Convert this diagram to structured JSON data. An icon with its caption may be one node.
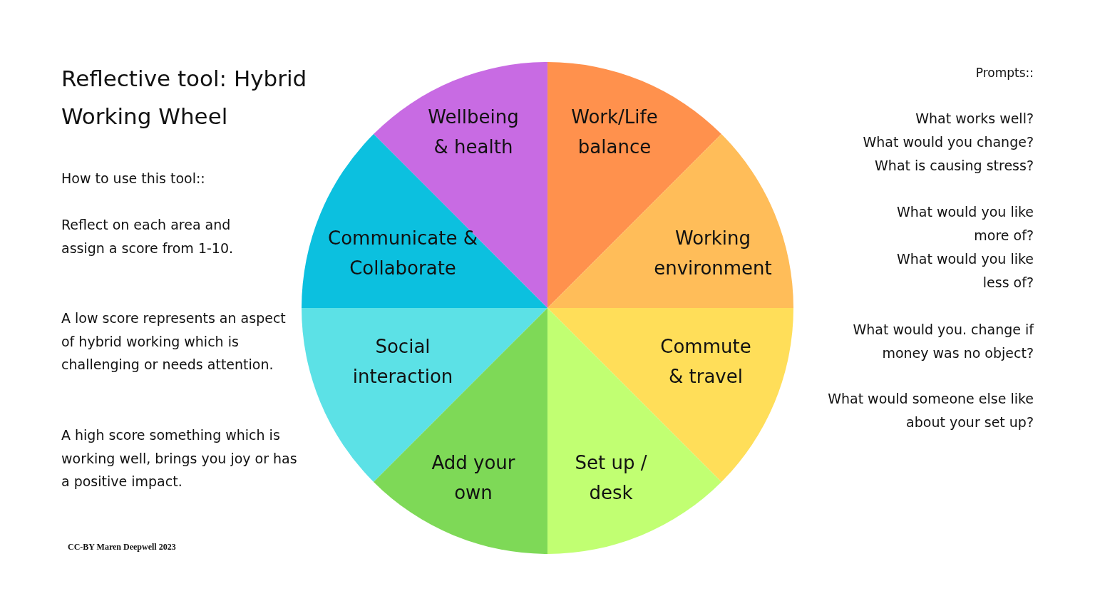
{
  "diagram": {
    "title": "Reflective tool: Hybrid Working Wheel",
    "nodes": [
      {
        "text": [
          "Wellbeing & health"
        ]
      },
      {
        "text": [
          "Work/Life balance"
        ]
      },
      {
        "text": [
          "Communicate & Collaborate"
        ]
      },
      {
        "text": [
          "Working environment"
        ]
      },
      {
        "text": [
          "Social interaction"
        ]
      },
      {
        "text": [
          "Commute & travel"
        ]
      },
      {
        "text": [
          "Add your own"
        ]
      },
      {
        "text": [
          "Set up / desk"
        ]
      }
    ],
    "edges": [],
    "labels": [
      "How to use this tool::",
      "Reflect on each area and assign a score from 1-10.",
      "A low score represents an aspect of hybrid working which is challenging or needs attention.",
      "A high score something which is working well, brings you joy or has a positive impact.",
      "Prompts::",
      "What works well?",
      "What would you change?",
      "What is causing stress?",
      "What would you like more of?",
      "What would you like less of?",
      "What would you. change if money was no object?",
      "What would someone else like about your set up?",
      "CC-BY Maren Deepwell 2023"
    ]
  }
}
